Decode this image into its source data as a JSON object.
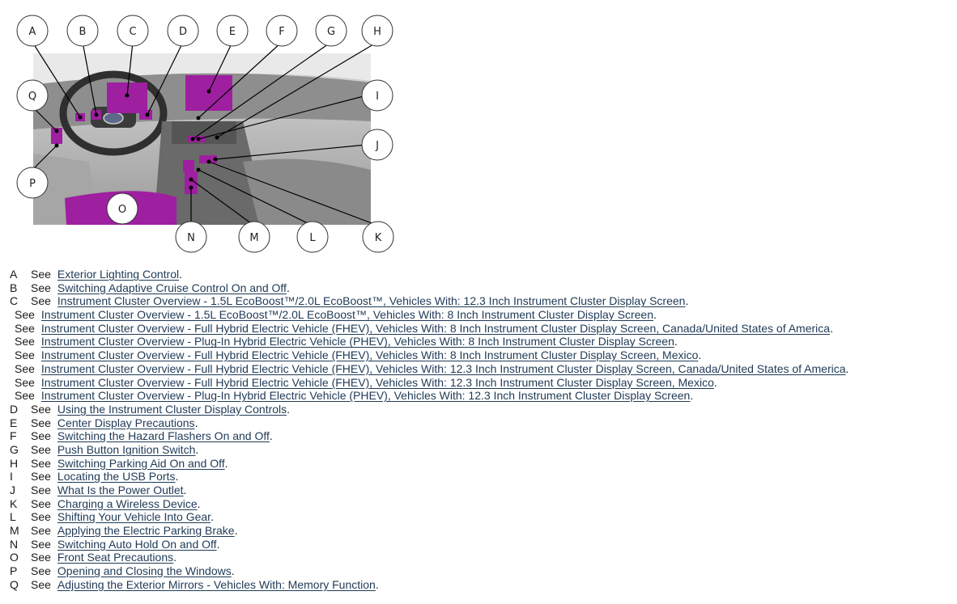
{
  "figure": {
    "callouts": [
      "A",
      "B",
      "C",
      "D",
      "E",
      "F",
      "G",
      "H",
      "I",
      "J",
      "K",
      "L",
      "M",
      "N",
      "O",
      "P",
      "Q"
    ],
    "highlight_color": "#9e1fa0",
    "line_color": "#000000"
  },
  "legend": [
    {
      "letter": "A",
      "see": "See",
      "link": "Exterior Lighting Control",
      "end": "."
    },
    {
      "letter": "B",
      "see": "See",
      "link": "Switching Adaptive Cruise Control On and Off",
      "end": "."
    },
    {
      "letter": "C",
      "see": "See",
      "link": "Instrument Cluster Overview - 1.5L EcoBoost™/2.0L EcoBoost™, Vehicles With: 12.3 Inch Instrument Cluster Display Screen",
      "end": "."
    },
    {
      "letter": "",
      "see": "See",
      "link": "Instrument Cluster Overview - 1.5L EcoBoost™/2.0L EcoBoost™, Vehicles With: 8 Inch Instrument Cluster Display Screen",
      "end": "."
    },
    {
      "letter": "",
      "see": "See",
      "link": "Instrument Cluster Overview - Full Hybrid Electric Vehicle (FHEV), Vehicles With: 8 Inch Instrument Cluster Display Screen, Canada/United States of America",
      "end": "."
    },
    {
      "letter": "",
      "see": "See",
      "link": "Instrument Cluster Overview - Plug-In Hybrid Electric Vehicle (PHEV), Vehicles With: 8 Inch Instrument Cluster Display Screen",
      "end": "."
    },
    {
      "letter": "",
      "see": "See",
      "link": "Instrument Cluster Overview - Full Hybrid Electric Vehicle (FHEV), Vehicles With: 8 Inch Instrument Cluster Display Screen, Mexico",
      "end": "."
    },
    {
      "letter": "",
      "see": "See",
      "link": "Instrument Cluster Overview - Full Hybrid Electric Vehicle (FHEV), Vehicles With: 12.3 Inch Instrument Cluster Display Screen, Canada/United States of America",
      "end": "."
    },
    {
      "letter": "",
      "see": "See",
      "link": "Instrument Cluster Overview - Full Hybrid Electric Vehicle (FHEV), Vehicles With: 12.3 Inch Instrument Cluster Display Screen, Mexico",
      "end": "."
    },
    {
      "letter": "",
      "see": "See",
      "link": "Instrument Cluster Overview - Plug-In Hybrid Electric Vehicle (PHEV), Vehicles With: 12.3 Inch Instrument Cluster Display Screen",
      "end": "."
    },
    {
      "letter": "D",
      "see": "See",
      "link": "Using the Instrument Cluster Display Controls",
      "end": "."
    },
    {
      "letter": "E",
      "see": "See",
      "link": "Center Display Precautions",
      "end": "."
    },
    {
      "letter": "F",
      "see": "See",
      "link": "Switching the Hazard Flashers On and Off",
      "end": "."
    },
    {
      "letter": "G",
      "see": "See",
      "link": "Push Button Ignition Switch",
      "end": "."
    },
    {
      "letter": "H",
      "see": "See",
      "link": "Switching Parking Aid On and Off",
      "end": "."
    },
    {
      "letter": "I",
      "see": "See",
      "link": "Locating the USB Ports",
      "end": "."
    },
    {
      "letter": "J",
      "see": "See",
      "link": "What Is the Power Outlet",
      "end": "."
    },
    {
      "letter": "K",
      "see": "See",
      "link": "Charging a Wireless Device",
      "end": "."
    },
    {
      "letter": "L",
      "see": "See",
      "link": "Shifting Your Vehicle Into Gear",
      "end": "."
    },
    {
      "letter": "M",
      "see": "See",
      "link": "Applying the Electric Parking Brake",
      "end": "."
    },
    {
      "letter": "N",
      "see": "See",
      "link": "Switching Auto Hold On and Off",
      "end": "."
    },
    {
      "letter": "O",
      "see": "See",
      "link": "Front Seat Precautions",
      "end": "."
    },
    {
      "letter": "P",
      "see": "See",
      "link": "Opening and Closing the Windows",
      "end": "."
    },
    {
      "letter": "Q",
      "see": "See",
      "link": "Adjusting the Exterior Mirrors - Vehicles With: Memory Function",
      "end": "."
    }
  ]
}
